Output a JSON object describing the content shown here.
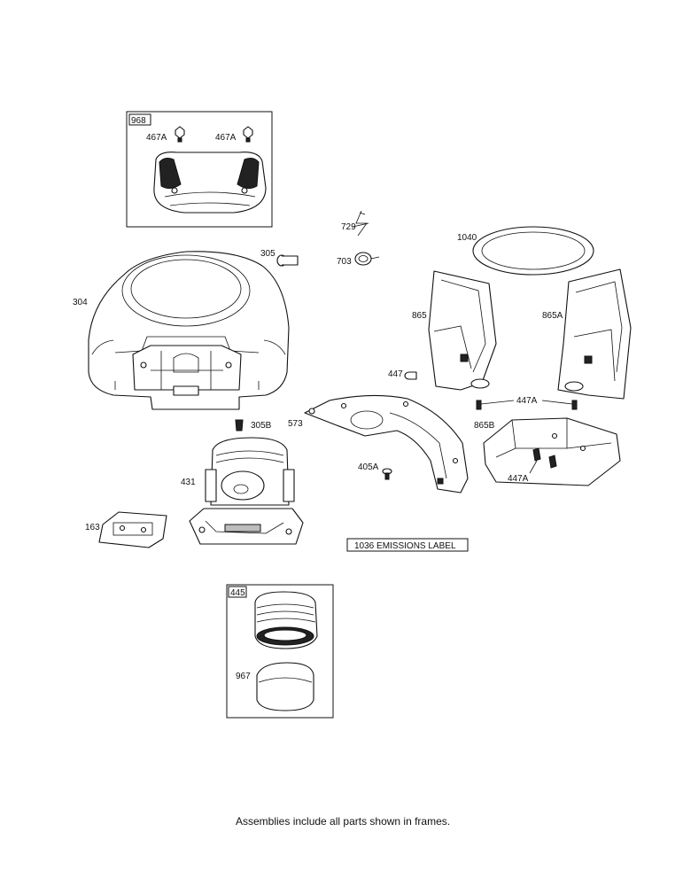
{
  "labels": {
    "frame_968": "968",
    "part_467a_left": "467A",
    "part_467a_right": "467A",
    "part_729": "729",
    "part_703": "703",
    "part_1040": "1040",
    "part_305": "305",
    "part_304": "304",
    "part_865": "865",
    "part_865a": "865A",
    "part_447": "447",
    "part_447a_upper": "447A",
    "part_305b": "305B",
    "part_573": "573",
    "part_865b": "865B",
    "part_405a": "405A",
    "part_447a_lower": "447A",
    "part_431": "431",
    "part_163": "163",
    "emissions_label": "1036 EMISSIONS LABEL",
    "frame_445": "445",
    "part_967": "967"
  },
  "footer": {
    "note": "Assemblies include all parts shown in frames."
  }
}
